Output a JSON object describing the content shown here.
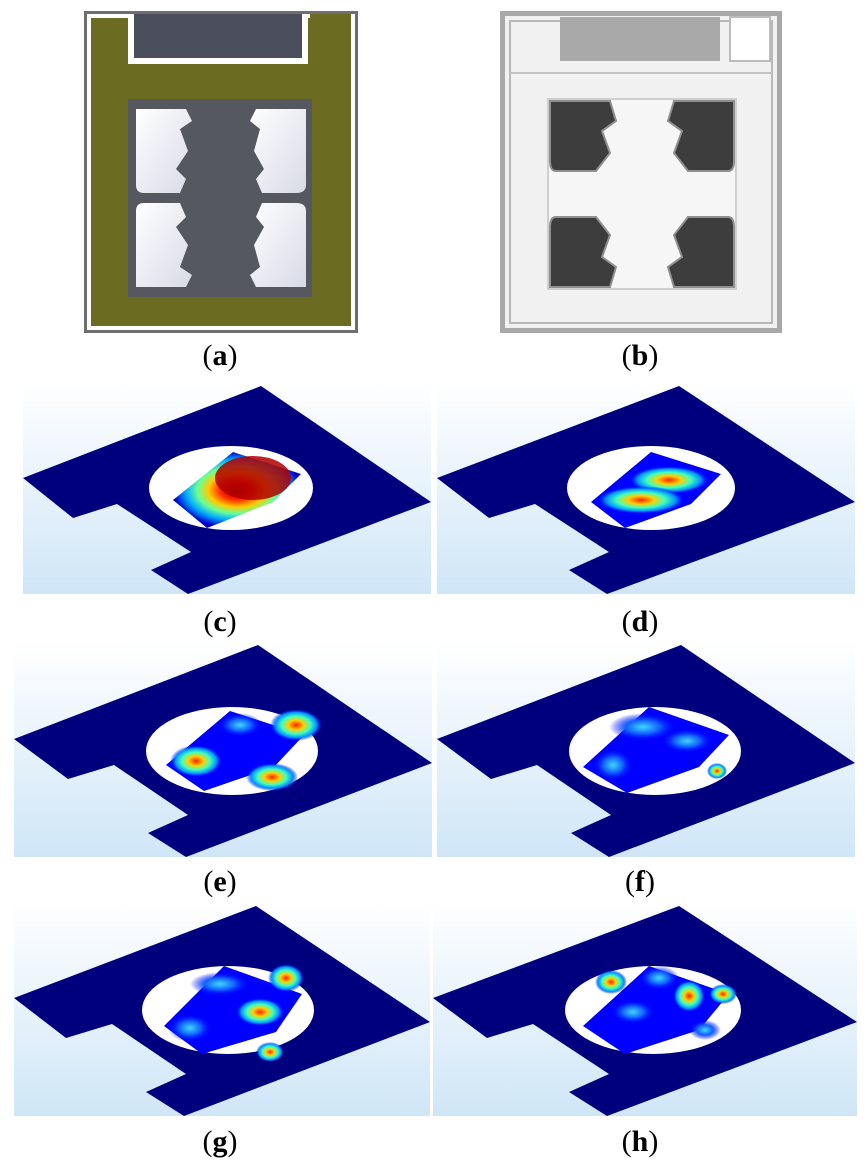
{
  "figure": {
    "panels": [
      {
        "id": "a",
        "caption": "a",
        "kind": "layout-design"
      },
      {
        "id": "b",
        "caption": "b",
        "kind": "micrograph"
      },
      {
        "id": "c",
        "caption": "c",
        "kind": "mode-shape"
      },
      {
        "id": "d",
        "caption": "d",
        "kind": "mode-shape"
      },
      {
        "id": "e",
        "caption": "e",
        "kind": "mode-shape"
      },
      {
        "id": "f",
        "caption": "f",
        "kind": "mode-shape"
      },
      {
        "id": "g",
        "caption": "g",
        "kind": "mode-shape"
      },
      {
        "id": "h",
        "caption": "h",
        "kind": "mode-shape"
      }
    ],
    "colors": {
      "layout_fill": "#6b6b22",
      "layout_pad": "#4a4e5c",
      "micrograph_bg": "#efefef",
      "micrograph_cavity": "#3c3c3c",
      "sim_frame": "#00007f",
      "sim_background_top": "#ffffff",
      "sim_background_bottom": "#cfe6f7",
      "colormap": [
        "#00007f",
        "#0000ff",
        "#00ffff",
        "#ffff00",
        "#ff0000",
        "#7f0000"
      ]
    }
  }
}
